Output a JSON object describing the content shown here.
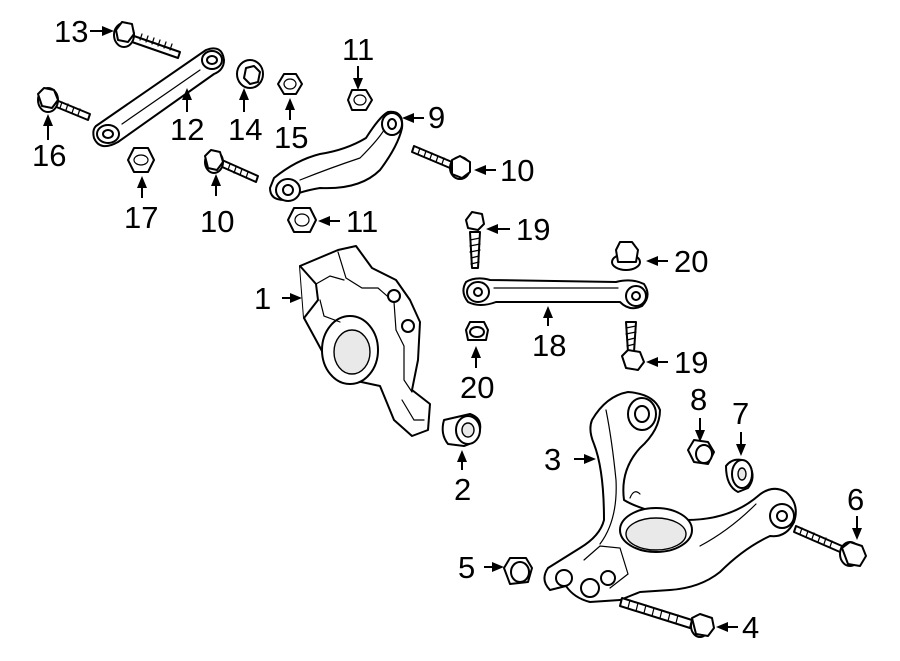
{
  "callouts": {
    "c1": "1",
    "c2": "2",
    "c3": "3",
    "c4": "4",
    "c5": "5",
    "c6": "6",
    "c7": "7",
    "c8": "8",
    "c9": "9",
    "c10a": "10",
    "c10b": "10",
    "c11a": "11",
    "c11b": "11",
    "c12": "12",
    "c13": "13",
    "c14": "14",
    "c15": "15",
    "c16": "16",
    "c17": "17",
    "c18": "18",
    "c19a": "19",
    "c19b": "19",
    "c20a": "20",
    "c20b": "20"
  }
}
